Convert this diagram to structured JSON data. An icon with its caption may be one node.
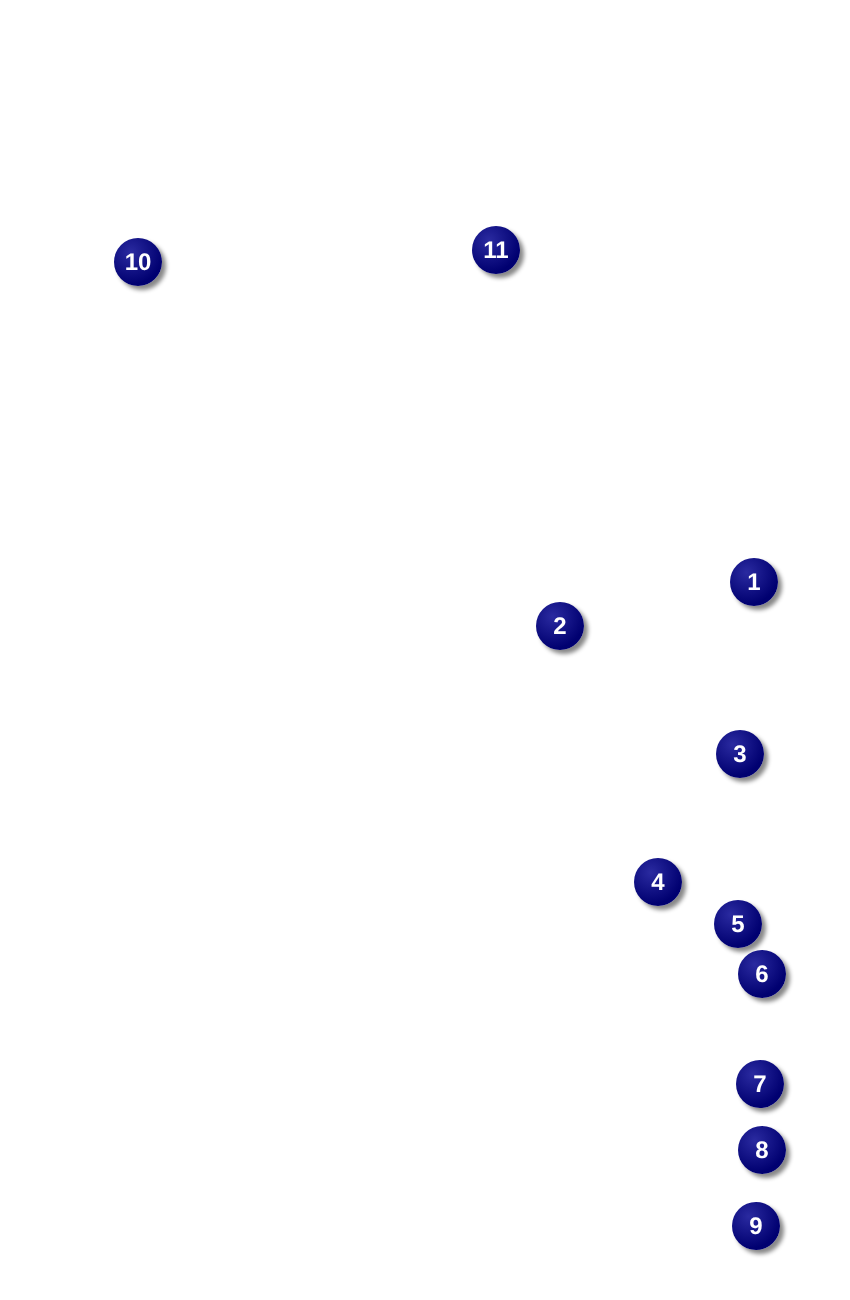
{
  "diagram": {
    "labels": [
      "10",
      "11",
      "1",
      "2",
      "3",
      "4",
      "5",
      "6",
      "7",
      "8",
      "9"
    ]
  }
}
